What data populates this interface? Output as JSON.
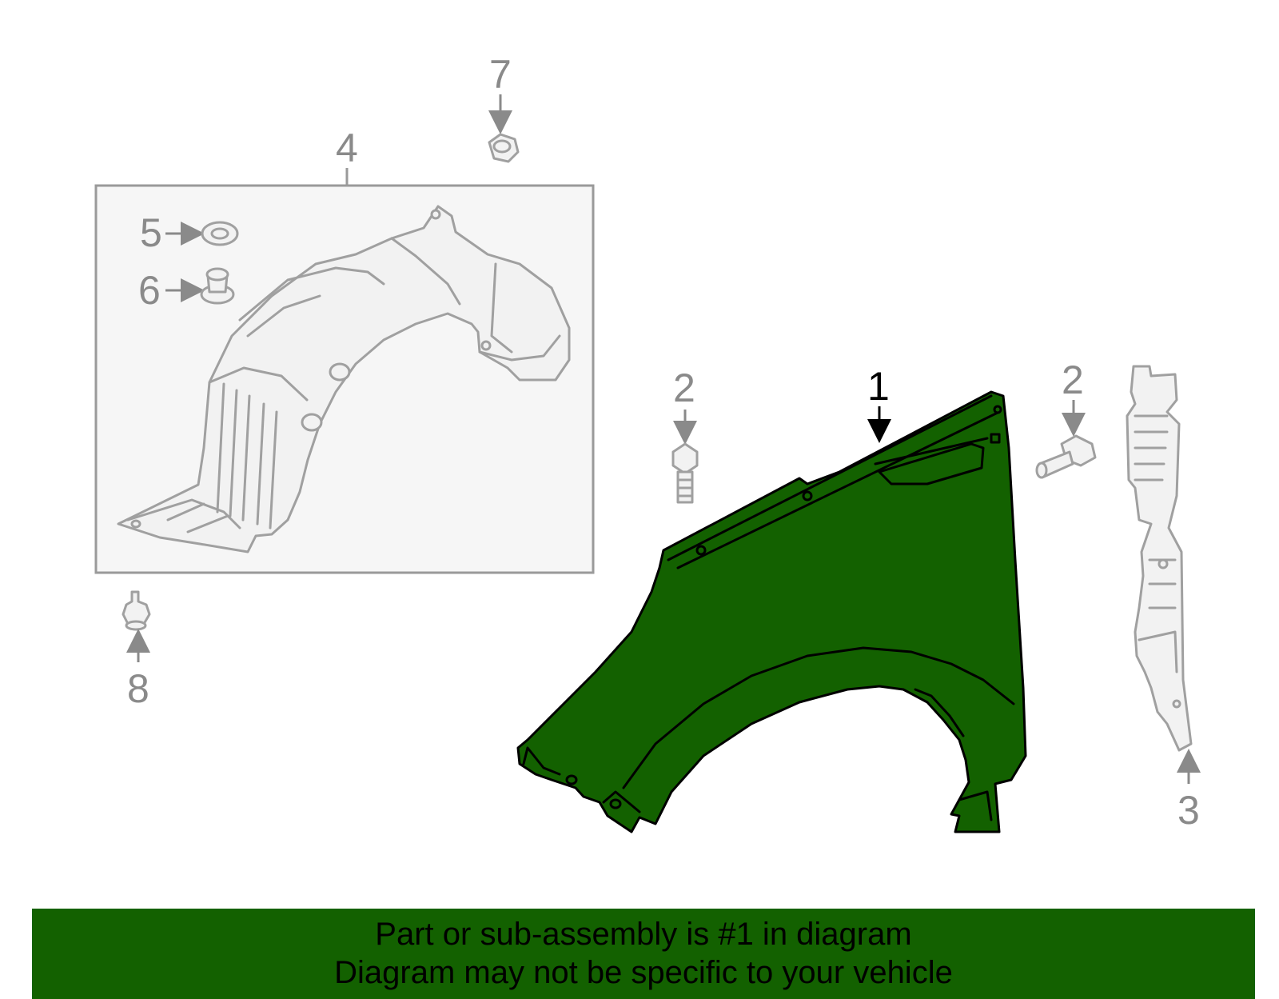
{
  "banner": {
    "line1": "Part or sub-assembly is #1 in diagram",
    "line2": "Diagram may not be specific to your vehicle",
    "color": "#136100"
  },
  "highlight_color": "#136100",
  "callouts": {
    "fender": "1",
    "bolt_center": "2",
    "bolt_right": "2",
    "bracket": "3",
    "liner_group": "4",
    "washer": "5",
    "grommet": "6",
    "nut": "7",
    "clip": "8"
  }
}
